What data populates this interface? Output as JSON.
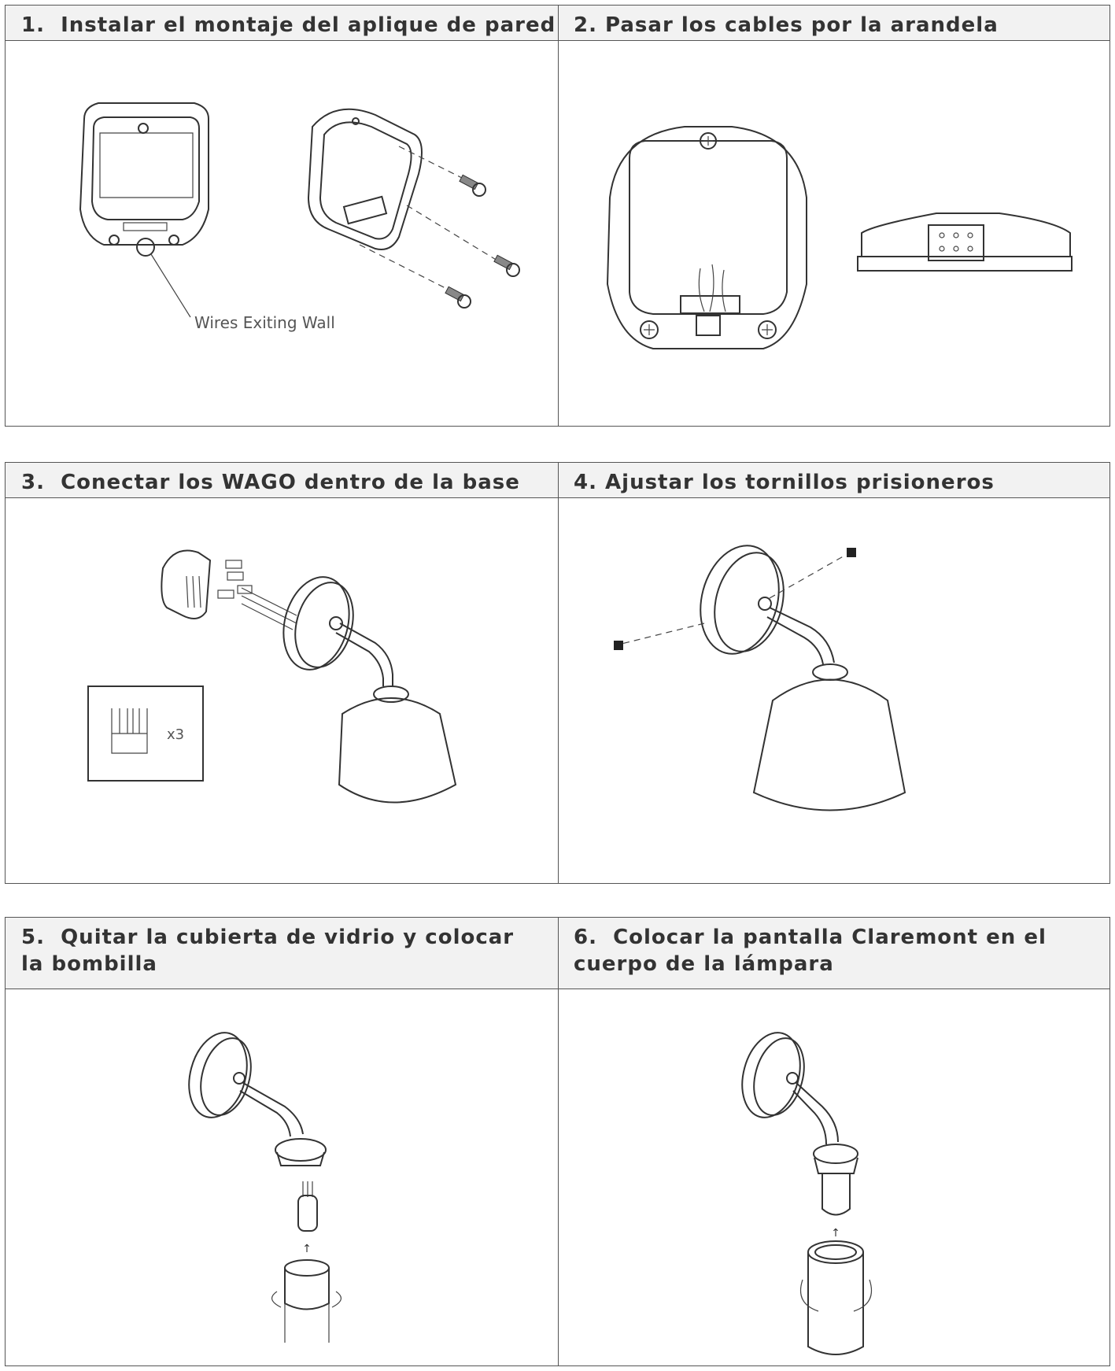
{
  "steps": [
    {
      "number": "1.",
      "title": "Instalar el montaje del aplique de pared"
    },
    {
      "number": "2.",
      "title": "Pasar los cables por la arandela"
    },
    {
      "number": "3.",
      "title": "Conectar los WAGO dentro de la base"
    },
    {
      "number": "4.",
      "title": "Ajustar los tornillos prisioneros"
    },
    {
      "number": "5.",
      "title": "Quitar la cubierta de vidrio y colocar la bombilla"
    },
    {
      "number": "6.",
      "title": "Colocar la pantalla Claremont en el cuerpo de la lámpara"
    }
  ],
  "annotations": {
    "wires_label": "Wires Exiting Wall",
    "wago_quantity": "x3"
  }
}
